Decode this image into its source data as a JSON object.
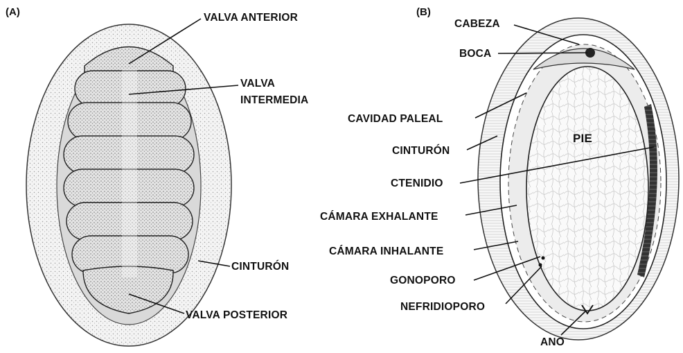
{
  "panels": {
    "a": {
      "tag": "(A)",
      "labels": {
        "valva_anterior": "VALVA ANTERIOR",
        "valva_intermedia_1": "VALVA",
        "valva_intermedia_2": "INTERMEDIA",
        "cinturon": "CINTURÓN",
        "valva_posterior": "VALVA POSTERIOR"
      }
    },
    "b": {
      "tag": "(B)",
      "labels": {
        "cabeza": "CABEZA",
        "boca": "BOCA",
        "cavidad_paleal": "CAVIDAD PALEAL",
        "pie": "PIE",
        "cinturon": "CINTURÓN",
        "ctenidio": "CTENIDIO",
        "camara_exhalante": "CÁMARA EXHALANTE",
        "camara_inhalante": "CÁMARA INHALANTE",
        "gonoporo": "GONOPORO",
        "nefridioporo": "NEFRIDIOPORO",
        "ano": "ANO"
      }
    }
  }
}
